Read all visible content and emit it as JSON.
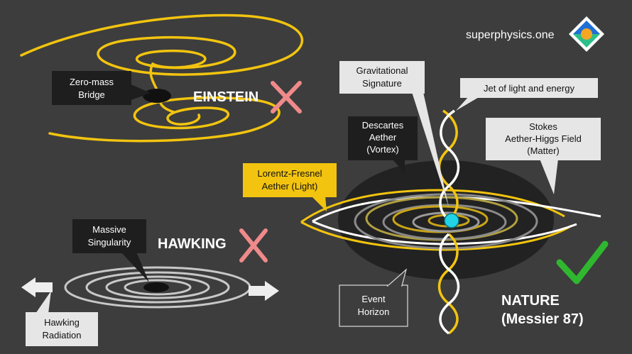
{
  "brand": {
    "site": "superphysics.one",
    "logo_icon": "superphysics-logo-icon"
  },
  "colors": {
    "background": "#3d3d3d",
    "yellow": "#f2c40f",
    "cross": "#f08a8a",
    "check": "#2fb82f",
    "cyan": "#22d3e6"
  },
  "einstein": {
    "title": "EINSTEIN",
    "bridge_label_line1": "Zero-mass",
    "bridge_label_line2": "Bridge",
    "verdict_icon": "cross-icon"
  },
  "hawking": {
    "title": "HAWKING",
    "singularity_label_line1": "Massive",
    "singularity_label_line2": "Singularity",
    "radiation_label_line1": "Hawking",
    "radiation_label_line2": "Radiation",
    "verdict_icon": "cross-icon"
  },
  "nature": {
    "title_line1": "NATURE",
    "title_line2": "(Messier 87)",
    "verdict_icon": "checkmark-icon",
    "gravitational_line1": "Gravitational",
    "gravitational_line2": "Signature",
    "jet_label": "Jet of light and energy",
    "descartes_line1": "Descartes",
    "descartes_line2": "Aether",
    "descartes_line3": "(Vortex)",
    "stokes_line1": "Stokes",
    "stokes_line2": "Aether-Higgs Field",
    "stokes_line3": "(Matter)",
    "lorentz_line1": "Lorentz-Fresnel",
    "lorentz_line2": "Aether (Light)",
    "event_line1": "Event",
    "event_line2": "Horizon"
  }
}
